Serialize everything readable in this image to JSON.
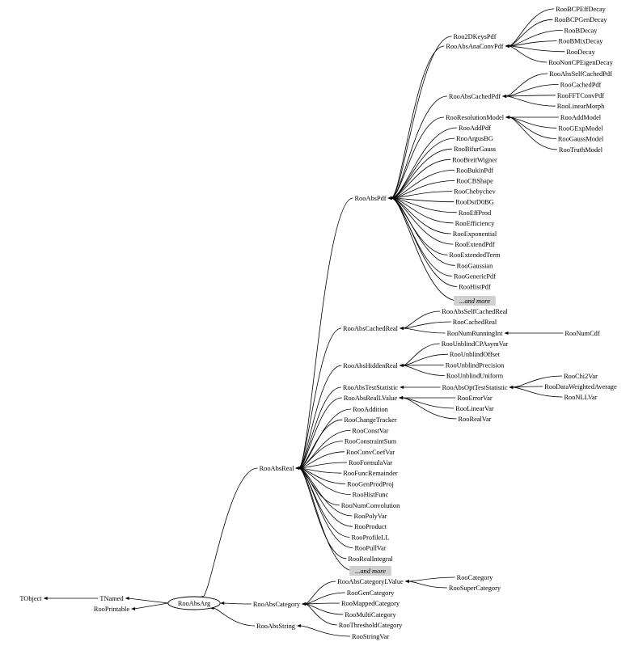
{
  "tree": {
    "TObject": "TObject",
    "TNamed": "TNamed",
    "RooPrintable": "RooPrintable",
    "RooAbsArg": "RooAbsArg",
    "RooAbsString": "RooAbsString",
    "RooStringVar": "RooStringVar",
    "RooAbsCategory": "RooAbsCategory",
    "RooAbsCategoryLValue": "RooAbsCategoryLValue",
    "RooCategory": "RooCategory",
    "RooSuperCategory": "RooSuperCategory",
    "RooGenCategory": "RooGenCategory",
    "RooMappedCategory": "RooMappedCategory",
    "RooMultiCategory": "RooMultiCategory",
    "RooThresholdCategory": "RooThresholdCategory",
    "RooAbsReal": "RooAbsReal",
    "RooAbsPdf": "RooAbsPdf",
    "RooAbsCachedReal": "RooAbsCachedReal",
    "RooAbsHiddenReal": "RooAbsHiddenReal",
    "RooAbsTestStatistic": "RooAbsTestStatistic",
    "RooAbsRealLValue": "RooAbsRealLValue",
    "RooAbsOptTestStatistic": "RooAbsOptTestStatistic",
    "RooAbs2DKeysPdf": "Roo2DKeysPdf",
    "RooAbsAnaConvPdf": "RooAbsAnaConvPdf",
    "RooAbsCachedPdf": "RooAbsCachedPdf",
    "RooResolutionModel": "RooResolutionModel",
    "RooNumRunningInt": "RooNumRunningInt",
    "RooNumCdf": "RooNumCdf",
    "more": "...and more"
  },
  "anaconv_children": [
    "RooBCPEffDecay",
    "RooBCPGenDecay",
    "RooBDecay",
    "RooBMixDecay",
    "RooDecay",
    "RooNonCPEigenDecay"
  ],
  "cachedpdf_children": [
    "RooAbsSelfCachedPdf",
    "RooCachedPdf",
    "RooFFTConvPdf",
    "RooLinearMorph"
  ],
  "resmodel_children": [
    "RooAddModel",
    "RooGExpModel",
    "RooGaussModel",
    "RooTruthModel"
  ],
  "pdf_children": [
    "RooAddPdf",
    "RooArgusBG",
    "RooBifurGauss",
    "RooBreitWigner",
    "RooBukinPdf",
    "RooCBShape",
    "RooChebychev",
    "RooDstD0BG",
    "RooEffProd",
    "RooEfficiency",
    "RooExponential",
    "RooExtendPdf",
    "RooExtendedTerm",
    "RooGaussian",
    "RooGenericPdf",
    "RooHistPdf"
  ],
  "cachedreal_children": [
    "RooAbsSelfCachedReal",
    "RooCachedReal"
  ],
  "hidden_children": [
    "RooUnblindCPAsymVar",
    "RooUnblindOffset",
    "RooUnblindPrecision",
    "RooUnblindUniform"
  ],
  "opt_children": [
    "RooChi2Var",
    "RooDataWeightedAverage",
    "RooNLLVar"
  ],
  "lvalue_children": [
    "RooErrorVar",
    "RooLinearVar",
    "RooRealVar"
  ],
  "real_children": [
    "RooAddition",
    "RooChangeTracker",
    "RooConstVar",
    "RooConstraintSum",
    "RooConvCoefVar",
    "RooFormulaVar",
    "RooFuncRemainder",
    "RooGenProdProj",
    "RooHistFunc",
    "RooNumConvolution",
    "RooPolyVar",
    "RooProduct",
    "RooProfileLL",
    "RooPullVar",
    "RooRealIntegral"
  ]
}
